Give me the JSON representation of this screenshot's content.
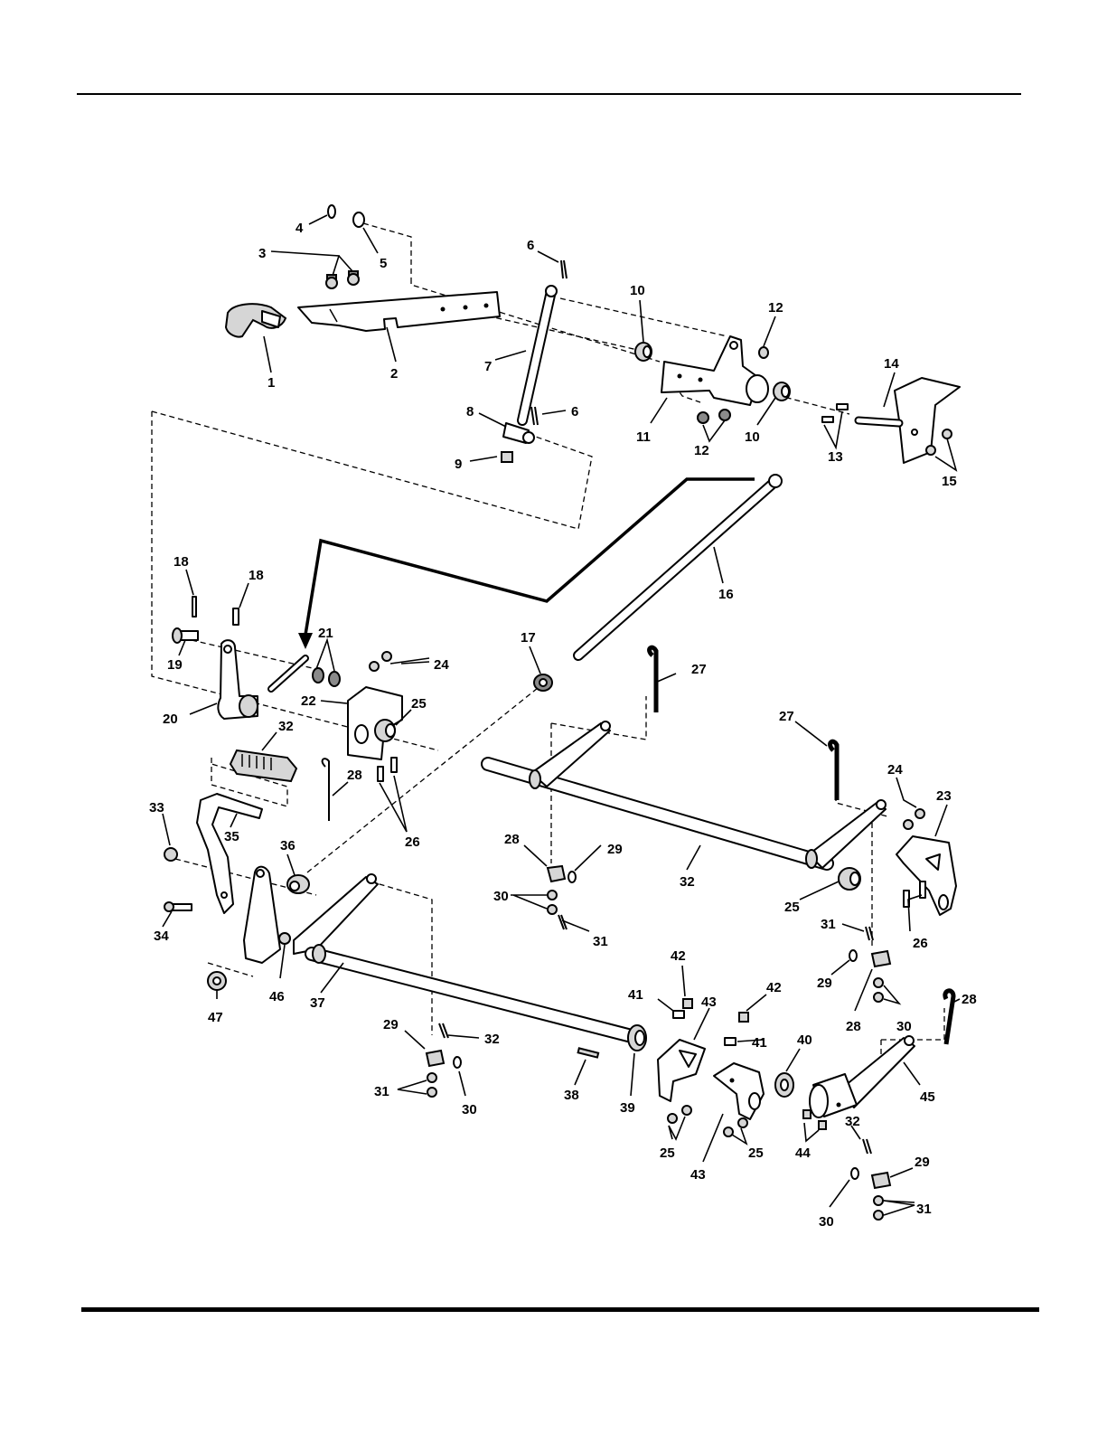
{
  "callouts": [
    {
      "id": "c1",
      "text": "1"
    },
    {
      "id": "c2",
      "text": "2"
    },
    {
      "id": "c3",
      "text": "3"
    },
    {
      "id": "c4",
      "text": "4"
    },
    {
      "id": "c5",
      "text": "5"
    },
    {
      "id": "c6a",
      "text": "6"
    },
    {
      "id": "c6b",
      "text": "6"
    },
    {
      "id": "c7",
      "text": "7"
    },
    {
      "id": "c8",
      "text": "8"
    },
    {
      "id": "c9",
      "text": "9"
    },
    {
      "id": "c10a",
      "text": "10"
    },
    {
      "id": "c10b",
      "text": "10"
    },
    {
      "id": "c11",
      "text": "11"
    },
    {
      "id": "c12a",
      "text": "12"
    },
    {
      "id": "c12b",
      "text": "12"
    },
    {
      "id": "c13",
      "text": "13"
    },
    {
      "id": "c14",
      "text": "14"
    },
    {
      "id": "c15",
      "text": "15"
    },
    {
      "id": "c16",
      "text": "16"
    },
    {
      "id": "c17",
      "text": "17"
    },
    {
      "id": "c18a",
      "text": "18"
    },
    {
      "id": "c18b",
      "text": "18"
    },
    {
      "id": "c19",
      "text": "19"
    },
    {
      "id": "c20",
      "text": "20"
    },
    {
      "id": "c21",
      "text": "21"
    },
    {
      "id": "c22",
      "text": "22"
    },
    {
      "id": "c23",
      "text": "23"
    },
    {
      "id": "c24a",
      "text": "24"
    },
    {
      "id": "c24b",
      "text": "24"
    },
    {
      "id": "c25a",
      "text": "25"
    },
    {
      "id": "c25b",
      "text": "25"
    },
    {
      "id": "c25c",
      "text": "25"
    },
    {
      "id": "c25d",
      "text": "25"
    },
    {
      "id": "c26a",
      "text": "26"
    },
    {
      "id": "c26b",
      "text": "26"
    },
    {
      "id": "c27a",
      "text": "27"
    },
    {
      "id": "c27b",
      "text": "27"
    },
    {
      "id": "c28a",
      "text": "28"
    },
    {
      "id": "c28b",
      "text": "28"
    },
    {
      "id": "c28c",
      "text": "28"
    },
    {
      "id": "c28d",
      "text": "28"
    },
    {
      "id": "c29a",
      "text": "29"
    },
    {
      "id": "c29b",
      "text": "29"
    },
    {
      "id": "c29c",
      "text": "29"
    },
    {
      "id": "c29d",
      "text": "29"
    },
    {
      "id": "c30a",
      "text": "30"
    },
    {
      "id": "c30b",
      "text": "30"
    },
    {
      "id": "c30c",
      "text": "30"
    },
    {
      "id": "c30d",
      "text": "30"
    },
    {
      "id": "c31a",
      "text": "31"
    },
    {
      "id": "c31b",
      "text": "31"
    },
    {
      "id": "c31c",
      "text": "31"
    },
    {
      "id": "c31d",
      "text": "31"
    },
    {
      "id": "c32a",
      "text": "32"
    },
    {
      "id": "c32b",
      "text": "32"
    },
    {
      "id": "c32c",
      "text": "32"
    },
    {
      "id": "c32d",
      "text": "32"
    },
    {
      "id": "c33",
      "text": "33"
    },
    {
      "id": "c34",
      "text": "34"
    },
    {
      "id": "c35",
      "text": "35"
    },
    {
      "id": "c36",
      "text": "36"
    },
    {
      "id": "c37",
      "text": "37"
    },
    {
      "id": "c38",
      "text": "38"
    },
    {
      "id": "c39",
      "text": "39"
    },
    {
      "id": "c40",
      "text": "40"
    },
    {
      "id": "c41a",
      "text": "41"
    },
    {
      "id": "c41b",
      "text": "41"
    },
    {
      "id": "c42a",
      "text": "42"
    },
    {
      "id": "c42b",
      "text": "42"
    },
    {
      "id": "c43a",
      "text": "43"
    },
    {
      "id": "c43b",
      "text": "43"
    },
    {
      "id": "c44",
      "text": "44"
    },
    {
      "id": "c45",
      "text": "45"
    },
    {
      "id": "c46",
      "text": "46"
    },
    {
      "id": "c47",
      "text": "47"
    }
  ]
}
